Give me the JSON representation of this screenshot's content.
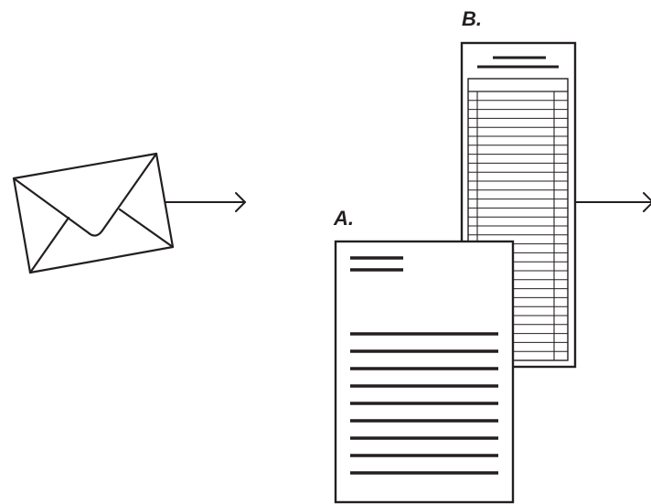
{
  "diagram": {
    "labels": {
      "doc_a": "A.",
      "doc_b": "B."
    },
    "stroke_color": "#231f20",
    "background_color": "#ffffff",
    "icons": {
      "envelope": "envelope-icon",
      "letter": "letter-document-icon",
      "ledger": "ledger-table-icon",
      "arrow": "right-arrow-icon"
    },
    "ledger_rows": 29
  }
}
